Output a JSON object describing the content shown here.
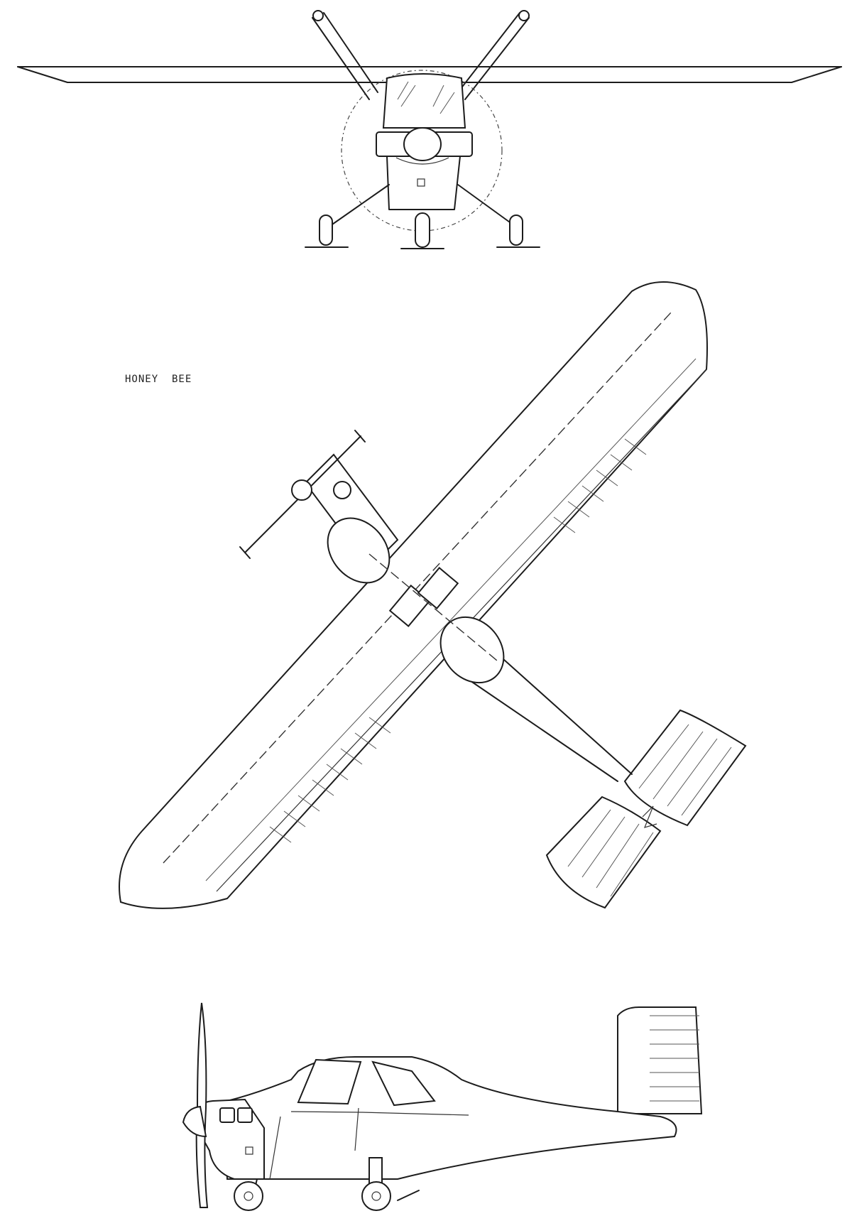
{
  "drawing": {
    "caption": "HONEY  BEE",
    "views": [
      "front-view",
      "plan-view",
      "side-view"
    ]
  },
  "colors": {
    "ink": "#1c1c1c",
    "paper": "#ffffff"
  }
}
